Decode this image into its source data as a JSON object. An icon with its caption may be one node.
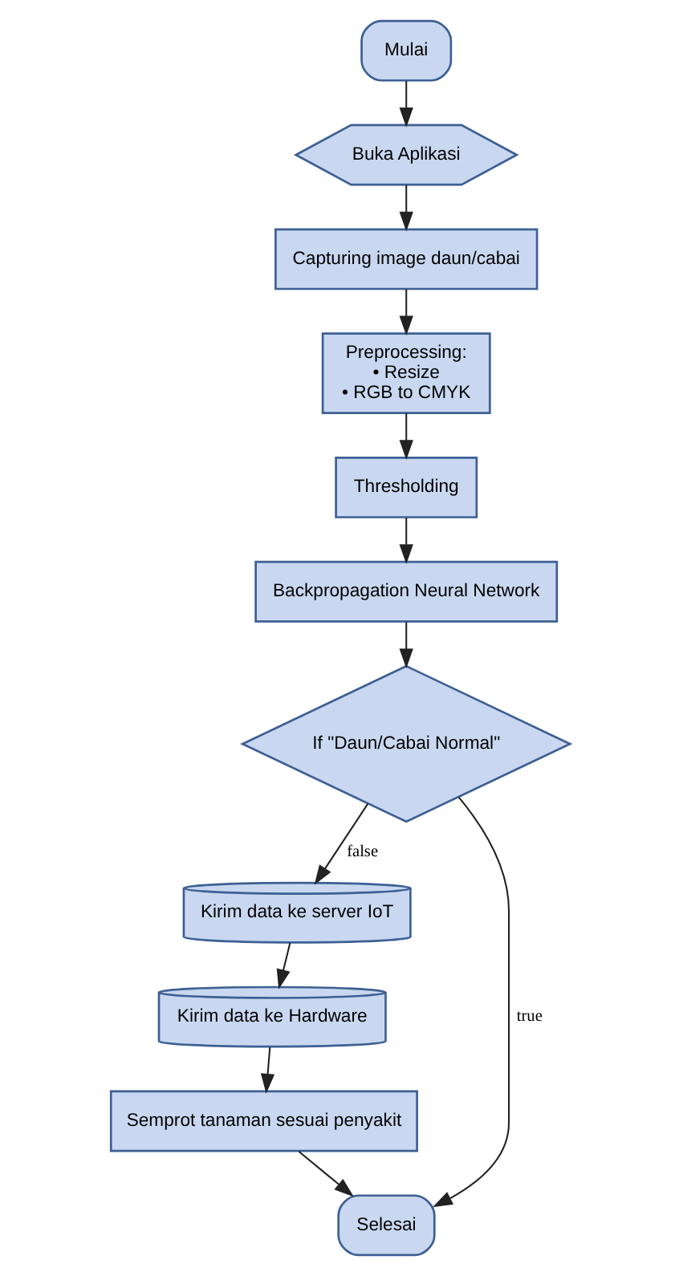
{
  "diagram": {
    "nodes": [
      {
        "text": [
          "Mulai"
        ]
      },
      {
        "text": [
          "Buka Aplikasi"
        ]
      },
      {
        "text": [
          "Capturing image daun/cabai"
        ]
      },
      {
        "text": [
          "Preprocessing:",
          "• Resize",
          "• RGB to CMYK"
        ]
      },
      {
        "text": [
          "Thresholding"
        ]
      },
      {
        "text": [
          "Backpropagation Neural Network"
        ]
      },
      {
        "text": [
          "If \"Daun/Cabai Normal\""
        ]
      },
      {
        "text": [
          "Kirim data ke server IoT"
        ]
      },
      {
        "text": [
          "Kirim data ke Hardware"
        ]
      },
      {
        "text": [
          "Semprot tanaman sesuai penyakit"
        ]
      },
      {
        "text": [
          "Selesai"
        ]
      }
    ],
    "edges": [
      {
        "from": 0,
        "to": 1,
        "arrow": "to"
      },
      {
        "from": 1,
        "to": 2,
        "arrow": "to"
      },
      {
        "from": 2,
        "to": 3,
        "arrow": "to"
      },
      {
        "from": 3,
        "to": 4,
        "arrow": "to"
      },
      {
        "from": 4,
        "to": 5,
        "arrow": "to"
      },
      {
        "from": 5,
        "to": 6,
        "arrow": "to"
      },
      {
        "from": 6,
        "to": 7,
        "label": "false",
        "arrow": "to"
      },
      {
        "from": 7,
        "to": 8,
        "arrow": "to"
      },
      {
        "from": 8,
        "to": 9,
        "arrow": "to"
      },
      {
        "from": 6,
        "to": 10,
        "label": "true",
        "arrow": "to"
      },
      {
        "from": 9,
        "to": 10,
        "arrow": "to"
      }
    ]
  }
}
